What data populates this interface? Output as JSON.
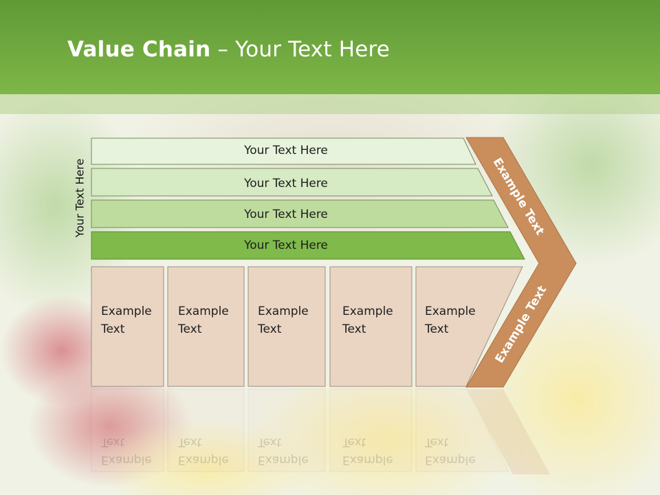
{
  "title": {
    "bold": "Value Chain",
    "rest": " – Your Text Here"
  },
  "side_label": "Your Text Here",
  "rows": [
    {
      "label": "Your Text Here",
      "fill": "#e8f3dd"
    },
    {
      "label": "Your Text Here",
      "fill": "#d6eac4"
    },
    {
      "label": "Your Text Here",
      "fill": "#bfdc9f"
    },
    {
      "label": "Your Text Here",
      "fill": "#7fba4a"
    }
  ],
  "boxes": [
    {
      "line1": "Example",
      "line2": "Text"
    },
    {
      "line1": "Example",
      "line2": "Text"
    },
    {
      "line1": "Example",
      "line2": "Text"
    },
    {
      "line1": "Example",
      "line2": "Text"
    },
    {
      "line1": "Example",
      "line2": "Text"
    }
  ],
  "chevron": {
    "top_label": "Example Text",
    "bottom_label": "Example Text",
    "fill": "#c98e5c"
  },
  "colors": {
    "title_bar": "#6aa83c",
    "box_fill": "#ead5c2",
    "box_border": "#9a8f86",
    "row_border": "#6f8d57"
  }
}
